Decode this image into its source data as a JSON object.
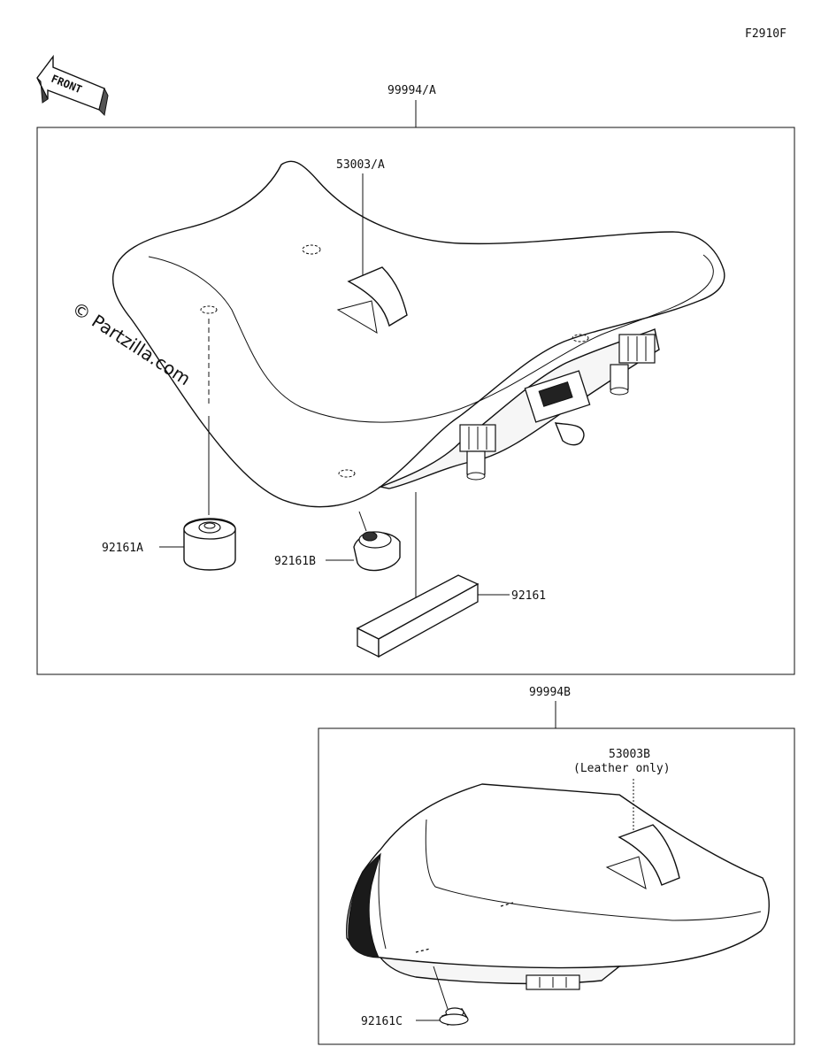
{
  "figure_id": "F2910F",
  "front_label": "FRONT",
  "watermark": "© Partzilla.com",
  "assemblies": [
    {
      "part_number": "99994/A",
      "parts": [
        {
          "part_number": "53003/A"
        },
        {
          "part_number": "92161A"
        },
        {
          "part_number": "92161B"
        },
        {
          "part_number": "92161"
        }
      ]
    },
    {
      "part_number": "99994B",
      "parts": [
        {
          "part_number": "53003B",
          "note": "(Leather only)"
        },
        {
          "part_number": "92161C"
        }
      ]
    }
  ]
}
